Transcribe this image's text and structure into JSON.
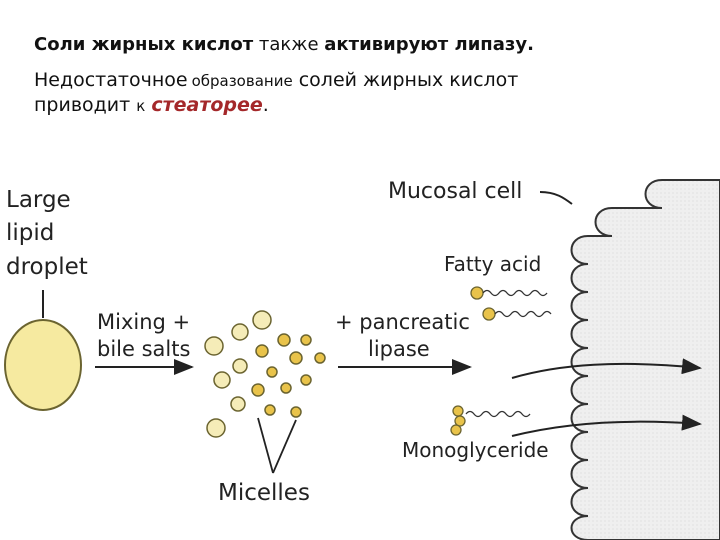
{
  "heading": {
    "line1_part1": "Соли жирных кислот",
    "line1_part2": "также",
    "line1_part3": "активируют липазу.",
    "line2_part1": "Недостаточное",
    "line2_part2": "образование",
    "line2_part3": "солей жирных кислот",
    "line3_part1": "приводит",
    "line3_part2": "к",
    "line3_part3": "стеаторее",
    "line3_part4": "."
  },
  "diagram": {
    "large_lipid_1": "Large",
    "large_lipid_2": "lipid",
    "large_lipid_3": "droplet",
    "mixing_1": "Mixing +",
    "mixing_2": "bile salts",
    "pancreatic_1": "+ pancreatic",
    "pancreatic_2": "lipase",
    "mucosal_cell": "Mucosal cell",
    "fatty_acid": "Fatty acid",
    "monoglyceride": "Monoglyceride",
    "micelles": "Micelles"
  },
  "colors": {
    "droplet_fill": "#f6eaa0",
    "droplet_stroke": "#6b6430",
    "micelle_small_fill": "#e9c34a",
    "micelle_large_fill": "#f5ecb8",
    "cell_fill": "#ececec",
    "red_text": "#a4282a"
  }
}
